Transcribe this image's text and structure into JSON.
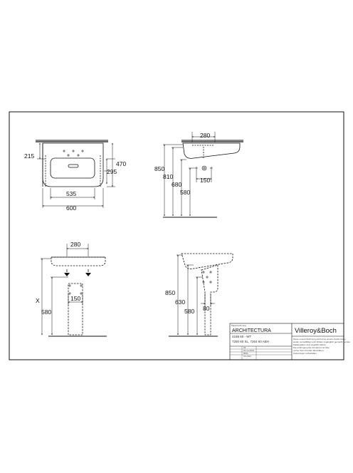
{
  "drawing": {
    "front_view": {
      "depth_label": "215",
      "height_label": "470",
      "inner_height_label": "295",
      "inner_width_label": "535",
      "width_label": "600"
    },
    "side_view": {
      "top_label": "280",
      "heights": [
        "850",
        "810",
        "680",
        "580"
      ],
      "small_width_label": "150"
    },
    "pedestal_front": {
      "top_label": "280",
      "x_label": "X",
      "height_label": "580",
      "width_label": "150"
    },
    "pedestal_side": {
      "heights": [
        "850",
        "630",
        "580"
      ],
      "bottom_label": "80"
    }
  },
  "title_block": {
    "product": "ARCHITECTURA",
    "article": "4188 60 - WT",
    "alt_articles": "7250 60 SL, 7264 60 ABH",
    "brand": "Villeroy&Boch",
    "date": "03.12.2014",
    "header_label": "Masszeichnung",
    "meta_rows": [
      "03",
      "03.12.2014",
      "BMS",
      "15.2014"
    ],
    "note_lines": [
      "Diese unsere Zeichnung darf ohne unsere Zustimmung",
      "weder vervielfältigt noch Dritten zugänglich gemacht werden.",
      "Maßangaben sind ungefähr-Werte.",
      "Die Anbringung der Armaturen ist bitte",
      "vorher beim Kunden abzuklären.",
      "Änderungen vorbehalten."
    ]
  }
}
